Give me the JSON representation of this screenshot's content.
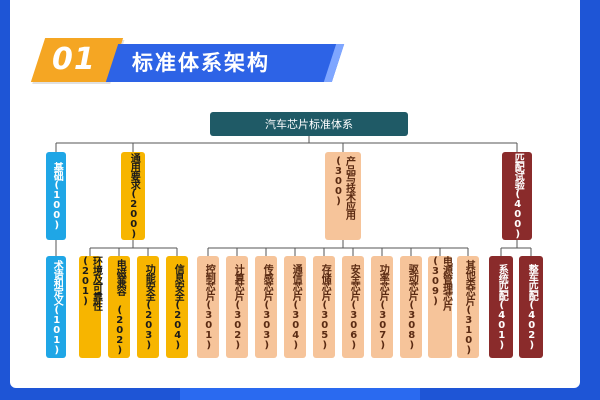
{
  "header": {
    "number": "01",
    "title": "标准体系架构"
  },
  "colors": {
    "background": "#1e55d6",
    "root": "#1f5a66",
    "basic": "#1fa6e6",
    "general": "#f7b500",
    "product": "#f6c49a",
    "matching": "#8a2b2b"
  },
  "tree": {
    "root": "汽车芯片标准体系",
    "categories": [
      {
        "label": "基础(100)"
      },
      {
        "label": "通用要求(200)"
      },
      {
        "label": "产品与技术应用(300)"
      },
      {
        "label": "匹配试验(400)"
      }
    ],
    "children": [
      {
        "label": "术语和定义(101)"
      },
      {
        "label": "环境及可靠性 (201)"
      },
      {
        "label": "电磁兼容 (202)"
      },
      {
        "label": "功能安全(203)"
      },
      {
        "label": "信息安全(204)"
      },
      {
        "label": "控制芯片(301)"
      },
      {
        "label": "计算芯片(302)"
      },
      {
        "label": "传感芯片(303)"
      },
      {
        "label": "通信芯片(304)"
      },
      {
        "label": "存储芯片(305)"
      },
      {
        "label": "安全芯片(306)"
      },
      {
        "label": "功率芯片(307)"
      },
      {
        "label": "驱动芯片(308)"
      },
      {
        "label": "电源管理芯片(309)"
      },
      {
        "label": "其他类芯片(310)"
      },
      {
        "label": "系统匹配(401)"
      },
      {
        "label": "整车匹配(402)"
      }
    ]
  }
}
